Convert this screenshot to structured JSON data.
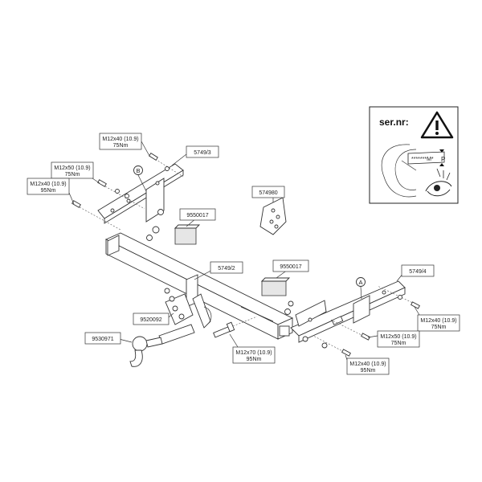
{
  "labels": {
    "part_5749_3": "5749/3",
    "part_5749_2": "5749/2",
    "part_5749_4": "5749/4",
    "part_9550017_a": "9550017",
    "part_9550017_b": "9550017",
    "part_574980": "574980",
    "part_9520092": "9520092",
    "part_9530971": "9530971",
    "marker_b": "B",
    "marker_a": "A"
  },
  "bolts": {
    "top_left_1": {
      "size": "M12x40 (10.9)",
      "torque": "75Nm"
    },
    "top_left_2": {
      "size": "M12x50 (10.9)",
      "torque": "75Nm"
    },
    "top_left_3": {
      "size": "M12x40 (10.9)",
      "torque": "95Nm"
    },
    "center": {
      "size": "M12x70 (10.9)",
      "torque": "95Nm"
    },
    "right_1": {
      "size": "M12x40 (10.9)",
      "torque": "75Nm"
    },
    "right_2": {
      "size": "M12x50 (10.9)",
      "torque": "75Nm"
    },
    "right_3": {
      "size": "M12x40 (10.9)",
      "torque": "95Nm"
    }
  },
  "inset": {
    "title": "ser.nr:",
    "plate_text": "*******M*",
    "plate_end": "P",
    "warning_icon": "warning-triangle-icon",
    "eye_icon": "eye-icon"
  }
}
